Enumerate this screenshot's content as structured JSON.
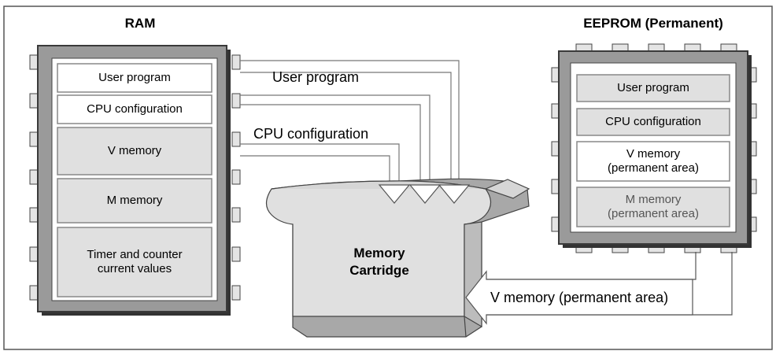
{
  "ram": {
    "title": "RAM",
    "sections": [
      {
        "label": "User program",
        "fill": "#ffffff"
      },
      {
        "label": "CPU configuration",
        "fill": "#ffffff"
      },
      {
        "label": "V memory",
        "fill": "#e0e0e0"
      },
      {
        "label": "M memory",
        "fill": "#e0e0e0"
      },
      {
        "label": "Timer and counter\ncurrent values",
        "fill": "#e0e0e0"
      }
    ]
  },
  "eeprom": {
    "title": "EEPROM (Permanent)",
    "sections": [
      {
        "label": "User program",
        "fill": "#e0e0e0"
      },
      {
        "label": "CPU configuration",
        "fill": "#e0e0e0"
      },
      {
        "label": "V memory\n(permanent area)",
        "fill": "#ffffff"
      },
      {
        "label": "M memory\n(permanent area)",
        "fill": "#e0e0e0",
        "muted": true
      }
    ]
  },
  "cartridge": {
    "label": "Memory\nCartridge"
  },
  "flows": {
    "user_program": "User program",
    "cpu_configuration": "CPU configuration",
    "v_memory_permanent": "V memory (permanent area)"
  },
  "colors": {
    "chip_frame": "#9a9a9a",
    "chip_border": "#3a3a3a",
    "light_gray": "#e0e0e0",
    "muted_text": "#555555"
  }
}
